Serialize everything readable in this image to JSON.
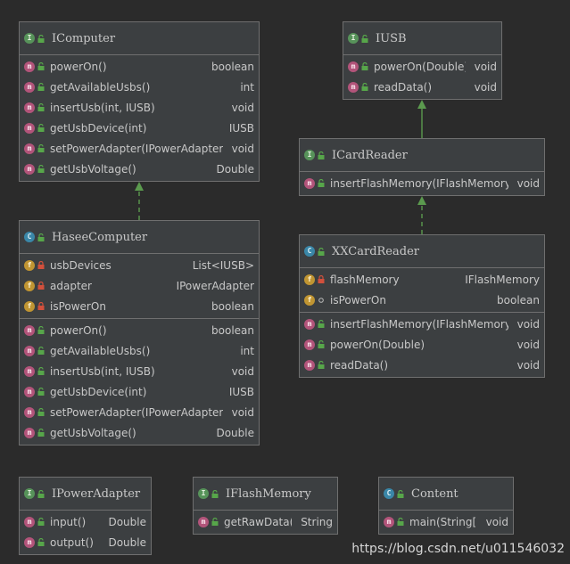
{
  "classes": [
    {
      "id": "icomputer",
      "kind": "I",
      "name": "IComputer",
      "fields": [],
      "methods": [
        {
          "name": "powerOn()",
          "type": "boolean"
        },
        {
          "name": "getAvailableUsbs()",
          "type": "int"
        },
        {
          "name": "insertUsb(int, IUSB)",
          "type": "void"
        },
        {
          "name": "getUsbDevice(int)",
          "type": "IUSB"
        },
        {
          "name": "setPowerAdapter(IPowerAdapter)",
          "type": "void"
        },
        {
          "name": "getUsbVoltage()",
          "type": "Double"
        }
      ]
    },
    {
      "id": "iusb",
      "kind": "I",
      "name": "IUSB",
      "fields": [],
      "methods": [
        {
          "name": "powerOn(Double)",
          "type": "void"
        },
        {
          "name": "readData()",
          "type": "void"
        }
      ]
    },
    {
      "id": "icardreader",
      "kind": "I",
      "name": "ICardReader",
      "fields": [],
      "methods": [
        {
          "name": "insertFlashMemory(IFlashMemory)",
          "type": "void"
        }
      ]
    },
    {
      "id": "haseecomputer",
      "kind": "C",
      "name": "HaseeComputer",
      "fields": [
        {
          "name": "usbDevices",
          "type": "List<IUSB>",
          "vis": "private"
        },
        {
          "name": "adapter",
          "type": "IPowerAdapter",
          "vis": "private"
        },
        {
          "name": "isPowerOn",
          "type": "boolean",
          "vis": "private"
        }
      ],
      "methods": [
        {
          "name": "powerOn()",
          "type": "boolean"
        },
        {
          "name": "getAvailableUsbs()",
          "type": "int"
        },
        {
          "name": "insertUsb(int, IUSB)",
          "type": "void"
        },
        {
          "name": "getUsbDevice(int)",
          "type": "IUSB"
        },
        {
          "name": "setPowerAdapter(IPowerAdapter)",
          "type": "void"
        },
        {
          "name": "getUsbVoltage()",
          "type": "Double"
        }
      ]
    },
    {
      "id": "xxcardreader",
      "kind": "C",
      "name": "XXCardReader",
      "fields": [
        {
          "name": "flashMemory",
          "type": "IFlashMemory",
          "vis": "private"
        },
        {
          "name": "isPowerOn",
          "type": "boolean",
          "vis": "package"
        }
      ],
      "methods": [
        {
          "name": "insertFlashMemory(IFlashMemory)",
          "type": "void"
        },
        {
          "name": "powerOn(Double)",
          "type": "void"
        },
        {
          "name": "readData()",
          "type": "void"
        }
      ]
    },
    {
      "id": "ipoweradapter",
      "kind": "I",
      "name": "IPowerAdapter",
      "fields": [],
      "methods": [
        {
          "name": "input()",
          "type": "Double"
        },
        {
          "name": "output()",
          "type": "Double"
        }
      ]
    },
    {
      "id": "iflashmemory",
      "kind": "I",
      "name": "IFlashMemory",
      "fields": [],
      "methods": [
        {
          "name": "getRawData()",
          "type": "String"
        }
      ]
    },
    {
      "id": "content",
      "kind": "C",
      "name": "Content",
      "fields": [],
      "methods": [
        {
          "name": "main(String[])",
          "type": "void"
        }
      ]
    }
  ],
  "relations": [
    {
      "from": "haseecomputer",
      "to": "icomputer",
      "type": "implements"
    },
    {
      "from": "icardreader",
      "to": "iusb",
      "type": "extends"
    },
    {
      "from": "xxcardreader",
      "to": "icardreader",
      "type": "implements"
    }
  ],
  "watermark": "https://blog.csdn.net/u011546032",
  "colors": {
    "background": "#2b2b2b",
    "box": "#3c3f41",
    "border": "#6f6f6f",
    "interface_icon": "#57935a",
    "class_icon": "#3a87a8",
    "method_icon": "#b2547a",
    "field_icon": "#c09532",
    "relation_line": "#5b9a4e"
  }
}
